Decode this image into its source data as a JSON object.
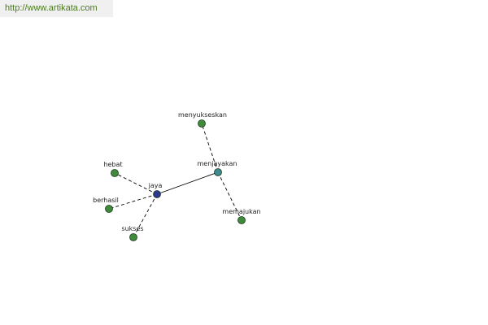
{
  "header": {
    "url": "http://www.artikata.com"
  },
  "graph": {
    "colors": {
      "center": "#2b3a8f",
      "primary_neighbor": "#3d8a8f",
      "neighbor": "#3f8a3b",
      "outline": "#1b3a1b",
      "edge": "#000000"
    },
    "nodes": [
      {
        "id": "jaya",
        "label": "jaya",
        "kind": "center"
      },
      {
        "id": "menjayakan",
        "label": "menjayakan",
        "kind": "primary_neighbor"
      },
      {
        "id": "menyukseskan",
        "label": "menyukseskan",
        "kind": "neighbor"
      },
      {
        "id": "memajukan",
        "label": "memajukan",
        "kind": "neighbor"
      },
      {
        "id": "hebat",
        "label": "hebat",
        "kind": "neighbor"
      },
      {
        "id": "berhasil",
        "label": "berhasil",
        "kind": "neighbor"
      },
      {
        "id": "sukses",
        "label": "sukses",
        "kind": "neighbor"
      }
    ],
    "edges": [
      {
        "from": "jaya",
        "to": "menjayakan",
        "style": "solid"
      },
      {
        "from": "jaya",
        "to": "hebat",
        "style": "dashed"
      },
      {
        "from": "jaya",
        "to": "berhasil",
        "style": "dashed"
      },
      {
        "from": "jaya",
        "to": "sukses",
        "style": "dashed"
      },
      {
        "from": "menjayakan",
        "to": "menyukseskan",
        "style": "dashed"
      },
      {
        "from": "menjayakan",
        "to": "memajukan",
        "style": "dashed"
      }
    ]
  }
}
